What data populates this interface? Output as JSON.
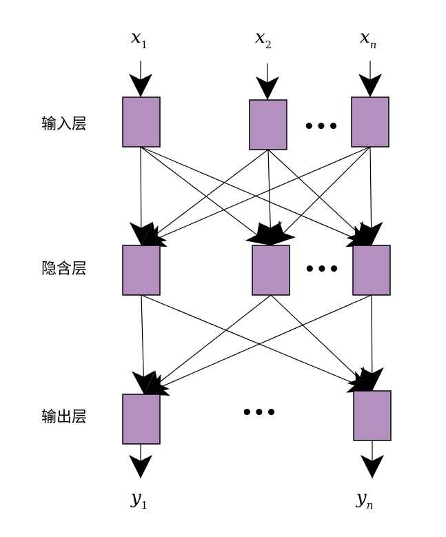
{
  "colors": {
    "node_fill": "#b390be",
    "node_stroke": "#000000",
    "edge": "#000000",
    "background": "#ffffff"
  },
  "layers": {
    "input_label": "输入层",
    "hidden_label": "隐含层",
    "output_label": "输出层"
  },
  "inputs": [
    {
      "main": "x",
      "sub": "1"
    },
    {
      "main": "x",
      "sub": "2"
    },
    {
      "main": "x",
      "sub": "n"
    }
  ],
  "outputs": [
    {
      "main": "y",
      "sub": "1"
    },
    {
      "main": "y",
      "sub": "n"
    }
  ],
  "ellipsis": "•••"
}
